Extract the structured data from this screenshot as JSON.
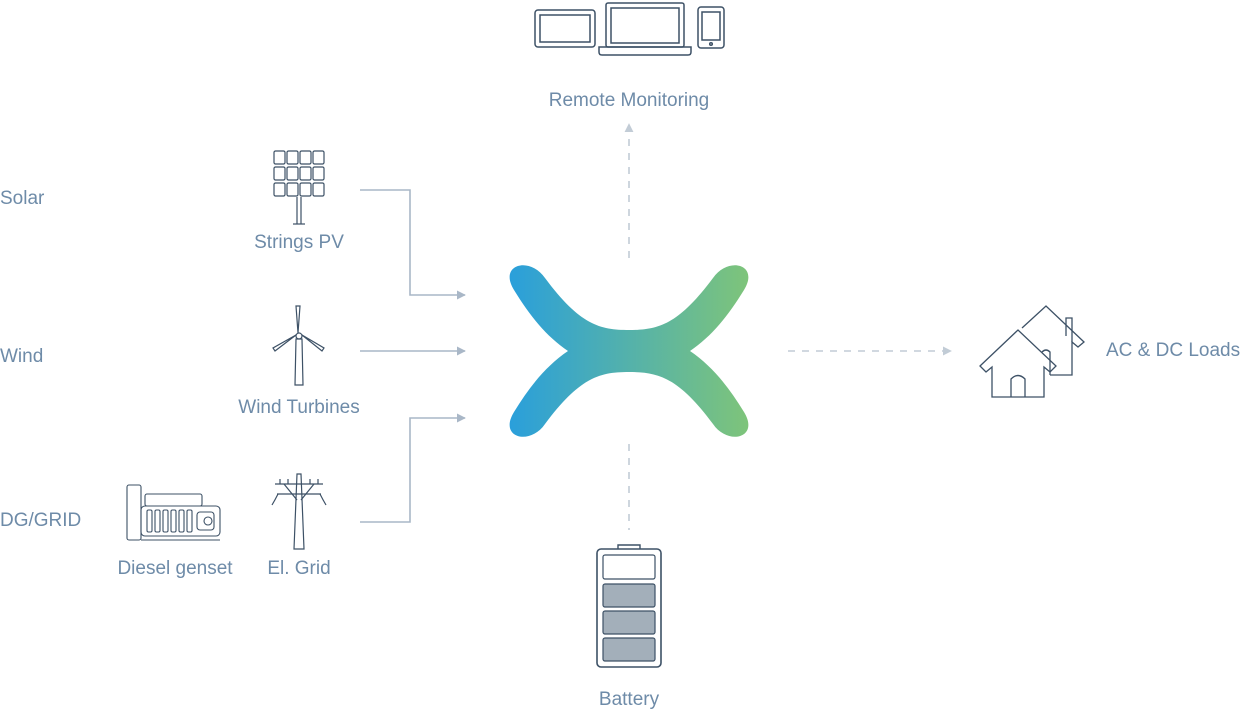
{
  "categories": {
    "solar": "Solar",
    "wind": "Wind",
    "dg_grid": "DG/GRID"
  },
  "sources": {
    "strings_pv": "Strings PV",
    "wind_turbines": "Wind Turbines",
    "diesel_genset": "Diesel genset",
    "el_grid": "El. Grid"
  },
  "outputs": {
    "remote_monitoring": "Remote Monitoring",
    "ac_dc_loads": "AC & DC Loads",
    "battery": "Battery"
  },
  "icons": {
    "solar_panel": "solar-panel-icon",
    "wind_turbine": "wind-turbine-icon",
    "diesel_genset": "diesel-genset-icon",
    "power_pole": "power-pole-icon",
    "devices": "devices-icon",
    "houses": "houses-icon",
    "battery": "battery-icon",
    "hub_logo": "hub-logo"
  },
  "colors": {
    "label": "#6e8ba8",
    "icon_stroke": "#3d5166",
    "connector": "#a9b7c7",
    "dashed_connector": "#c2ccd6",
    "battery_cell": "#a3afba",
    "logo_gradient_start": "#2a9fdb",
    "logo_gradient_end": "#7ec47a"
  }
}
